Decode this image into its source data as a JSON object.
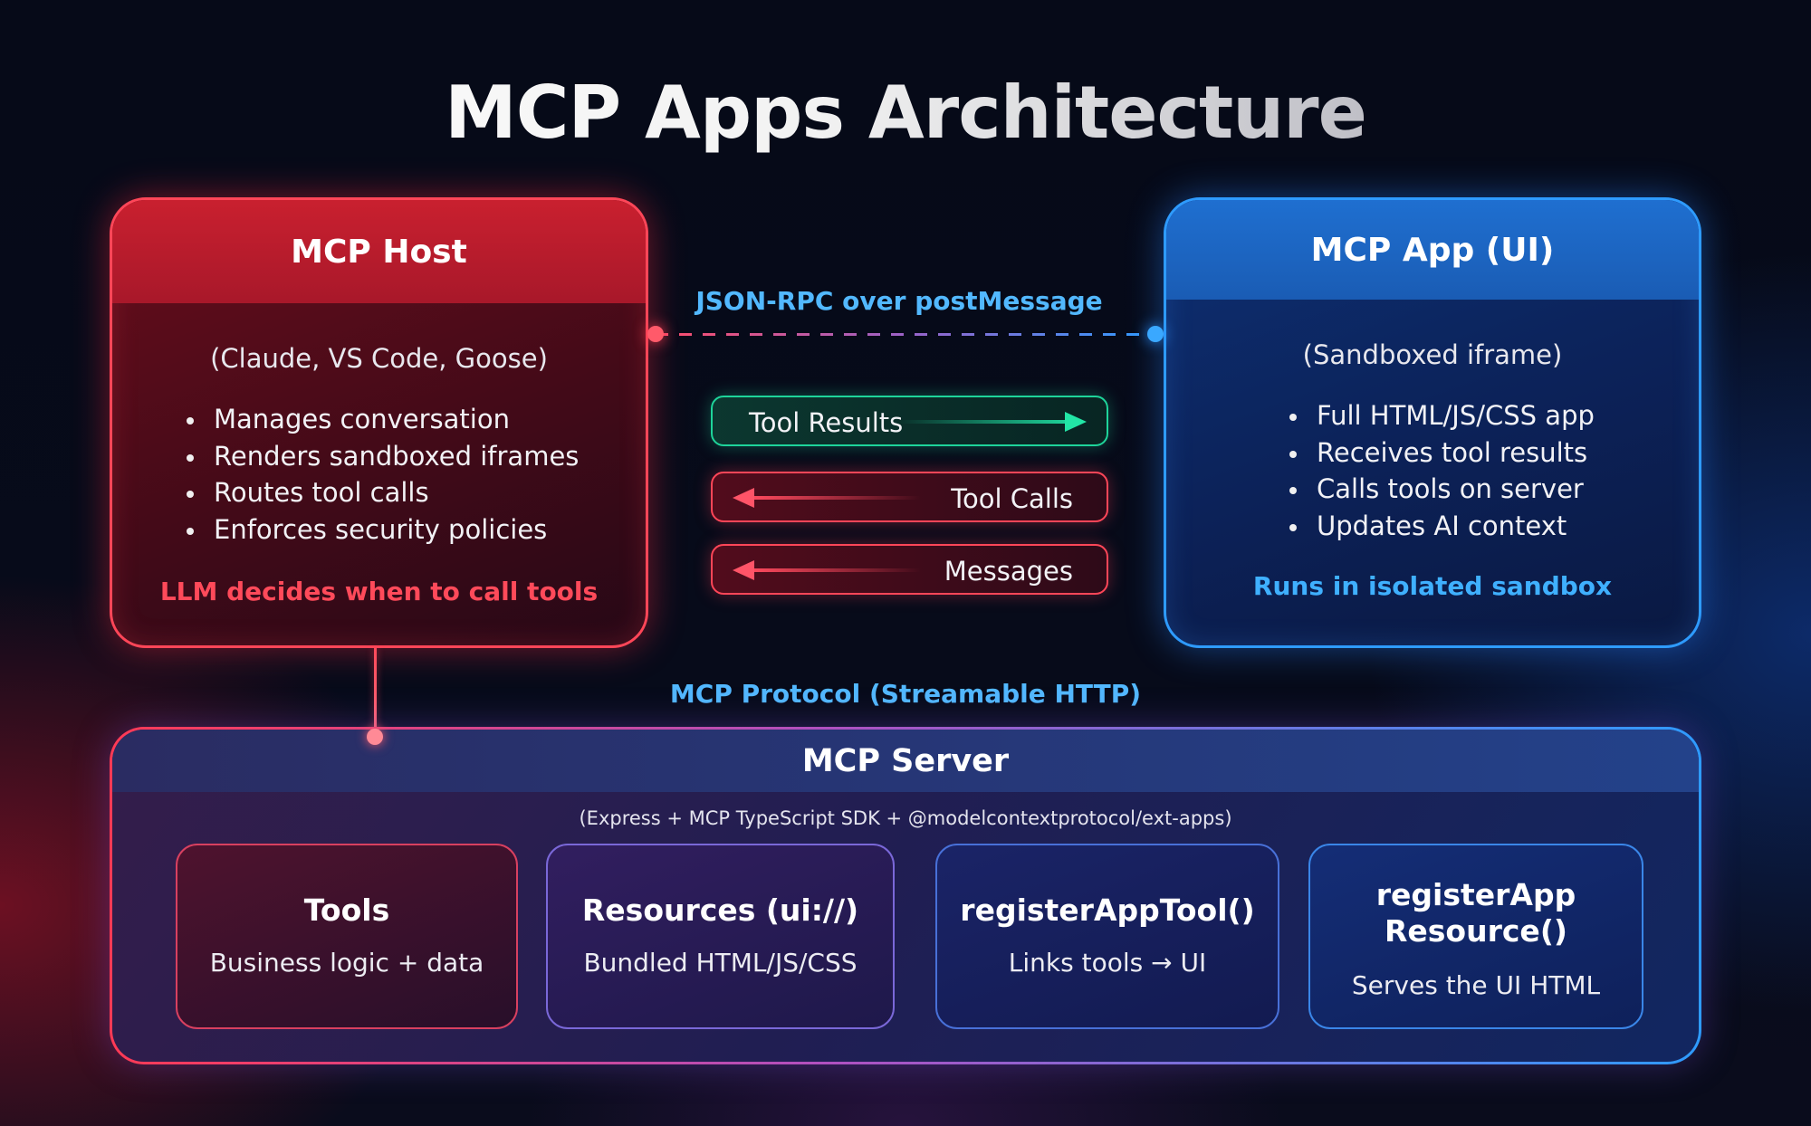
{
  "title": "MCP Apps Architecture",
  "host": {
    "title": "MCP Host",
    "subtitle": "(Claude, VS Code, Goose)",
    "bullets": [
      "Manages conversation",
      "Renders sandboxed iframes",
      "Routes tool calls",
      "Enforces security policies"
    ],
    "note": "LLM decides when to call tools"
  },
  "app": {
    "title": "MCP App (UI)",
    "subtitle": "(Sandboxed iframe)",
    "bullets": [
      "Full HTML/JS/CSS app",
      "Receives tool results",
      "Calls tools on server",
      "Updates AI context"
    ],
    "note": "Runs in isolated sandbox"
  },
  "connection": {
    "label": "JSON-RPC over postMessage",
    "tool_results": "Tool Results",
    "tool_calls": "Tool Calls",
    "messages": "Messages"
  },
  "protocol_label": "MCP Protocol (Streamable HTTP)",
  "server": {
    "title": "MCP Server",
    "subtitle": "(Express + MCP TypeScript SDK + @modelcontextprotocol/ext-apps)",
    "boxes": [
      {
        "title": "Tools",
        "desc": "Business logic + data"
      },
      {
        "title": "Resources (ui://)",
        "desc": "Bundled HTML/JS/CSS"
      },
      {
        "title": "registerAppTool()",
        "desc": "Links tools → UI"
      },
      {
        "title_line1": "registerApp",
        "title_line2": "Resource()",
        "desc": "Serves the UI HTML"
      }
    ]
  },
  "colors": {
    "host_accent": "#ff4658",
    "app_accent": "#2e9bff",
    "results_accent": "#1ed49a",
    "label_blue": "#52b8ff"
  }
}
